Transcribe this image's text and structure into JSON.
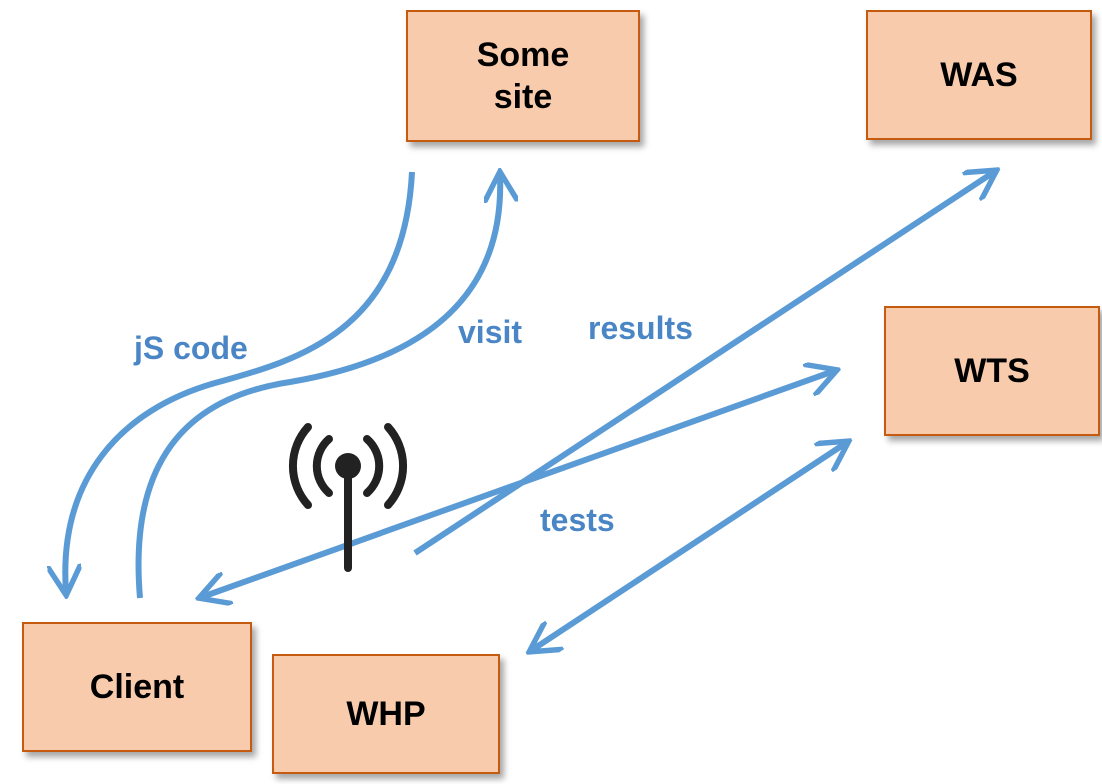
{
  "nodes": {
    "some_site": {
      "line1": "Some",
      "line2": "site"
    },
    "was": "WAS",
    "wts": "WTS",
    "client": "Client",
    "whp": "WHP"
  },
  "labels": {
    "js_code": "jS code",
    "visit": "visit",
    "results": "results",
    "tests": "tests"
  },
  "colors": {
    "arrow": "#5b9bd5",
    "label": "#4a86c5",
    "box_fill": "#f8cbad",
    "box_border": "#c55a11"
  },
  "icons": [
    "wireless-antenna-icon"
  ]
}
